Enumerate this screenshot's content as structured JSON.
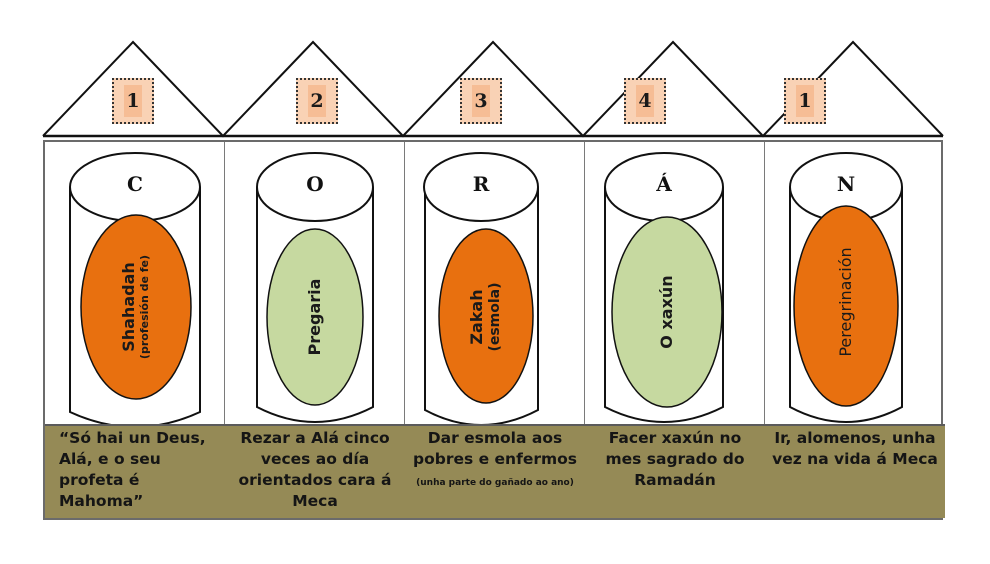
{
  "roof_numbers": [
    "1",
    "2",
    "3",
    "4",
    "1"
  ],
  "pillars": [
    {
      "letter": "C",
      "number": "1",
      "ellipse_color": "#e8700f",
      "ellipse_title": "Shahadah",
      "ellipse_subtitle": "(profesión de fe)",
      "description": "“Só hai un Deus, Alá, e o seu profeta é Mahoma”",
      "description_note": ""
    },
    {
      "letter": "O",
      "number": "2",
      "ellipse_color": "#c6d9a0",
      "ellipse_title": "Pregaria",
      "ellipse_subtitle": "",
      "description": "Rezar a Alá cinco veces ao día orientados cara á Meca",
      "description_note": ""
    },
    {
      "letter": "R",
      "number": "3",
      "ellipse_color": "#e8700f",
      "ellipse_title": "Zakah",
      "ellipse_subtitle": "(esmola)",
      "description": "Dar esmola aos pobres e enfermos",
      "description_note": "(unha parte do gañado ao ano)"
    },
    {
      "letter": "Á",
      "number": "4",
      "ellipse_color": "#c6d9a0",
      "ellipse_title": "O xaxún",
      "ellipse_subtitle": "",
      "description": "Facer xaxún no mes sagrado do Ramadán",
      "description_note": ""
    },
    {
      "letter": "N",
      "number": "1",
      "ellipse_color": "#e8700f",
      "ellipse_title": "Peregrinación",
      "ellipse_subtitle": "",
      "description": "Ir, alomenos, unha vez na vida á Meca",
      "description_note": ""
    }
  ],
  "colors": {
    "orange": "#e8700f",
    "green": "#c6d9a0",
    "band": "#958a56",
    "badge": "#f9d2b5"
  }
}
